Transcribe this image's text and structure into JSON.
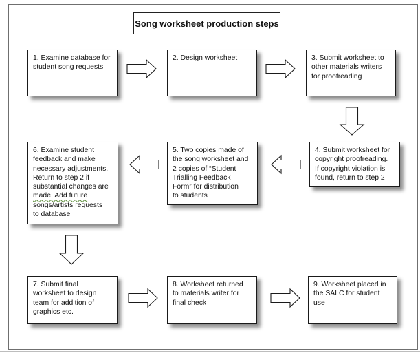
{
  "diagram": {
    "title": "Song worksheet production steps",
    "steps": [
      {
        "id": 1,
        "lines": [
          "1. Examine database for",
          "student song requests"
        ]
      },
      {
        "id": 2,
        "lines": [
          "2. Design worksheet"
        ]
      },
      {
        "id": 3,
        "lines": [
          "3. Submit worksheet to",
          "other materials writers",
          "for proofreading"
        ]
      },
      {
        "id": 4,
        "lines": [
          "4. Submit worksheet for",
          "copyright proofreading.",
          "If copyright violation is",
          "found, return to step 2"
        ]
      },
      {
        "id": 5,
        "lines": [
          "5. Two copies made of",
          "the song worksheet and",
          "2 copies of “Student",
          "Trialling Feedback",
          "Form” for distribution",
          "to students"
        ]
      },
      {
        "id": 6,
        "lines": [
          "6. Examine student",
          "feedback and make",
          "necessary adjustments.",
          "Return to step 2 if",
          "substantial changes are",
          "made. Add  future",
          "songs/artists requests",
          "to database"
        ]
      },
      {
        "id": 7,
        "lines": [
          "7. Submit final",
          "worksheet to design",
          "team for addition of",
          "graphics etc."
        ]
      },
      {
        "id": 8,
        "lines": [
          "8. Worksheet returned",
          "to materials writer for",
          "final check"
        ]
      },
      {
        "id": 9,
        "lines": [
          "9. Worksheet placed in",
          "the SALC for student",
          "use"
        ]
      }
    ],
    "flow": [
      {
        "from": 1,
        "to": 2,
        "direction": "right"
      },
      {
        "from": 2,
        "to": 3,
        "direction": "right"
      },
      {
        "from": 3,
        "to": 4,
        "direction": "down"
      },
      {
        "from": 4,
        "to": 5,
        "direction": "left"
      },
      {
        "from": 5,
        "to": 6,
        "direction": "left"
      },
      {
        "from": 6,
        "to": 7,
        "direction": "down"
      },
      {
        "from": 7,
        "to": 8,
        "direction": "right"
      },
      {
        "from": 8,
        "to": 9,
        "direction": "right"
      }
    ]
  }
}
